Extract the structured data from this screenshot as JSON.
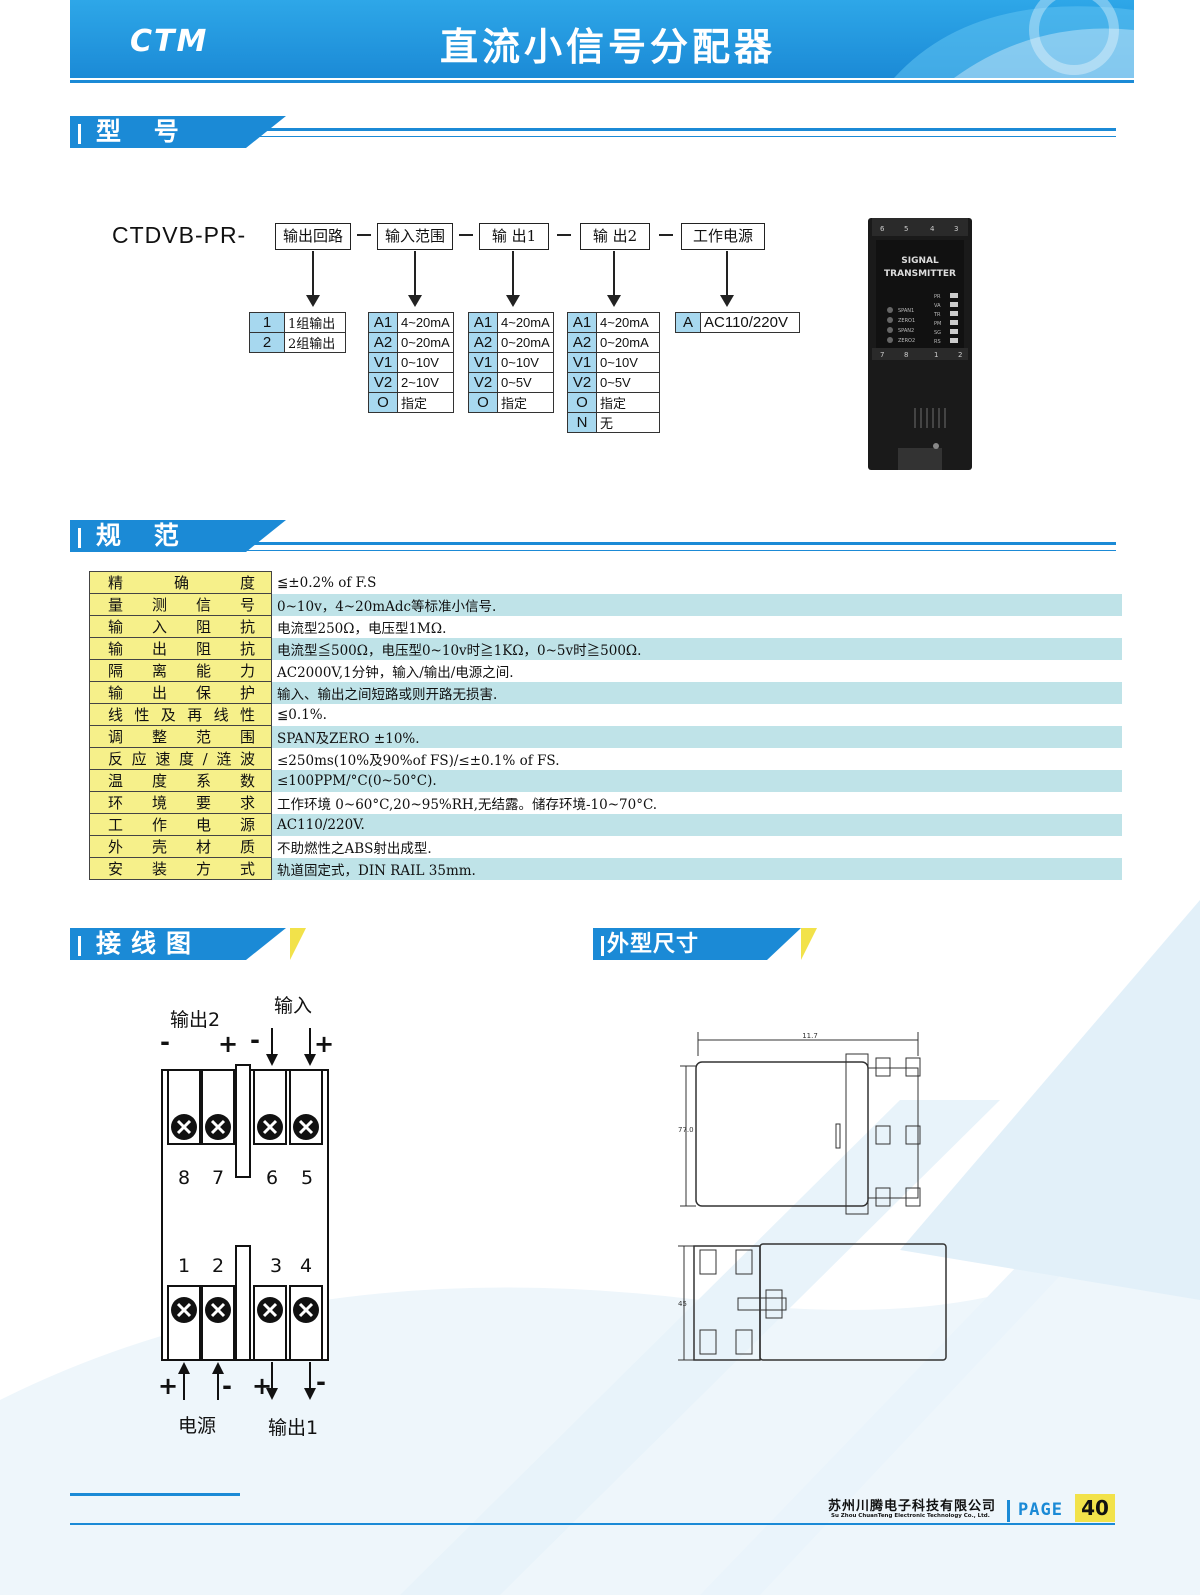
{
  "header": {
    "logo": "CTM",
    "title": "直流小信号分配器"
  },
  "sections": {
    "model": "型 号",
    "spec": "规 范",
    "wiring": "接线图",
    "dimensions": "外型尺寸(mm)"
  },
  "model_code": {
    "prefix": "CTDVB-PR-",
    "fields": [
      "输出回路",
      "输入范围",
      "输 出1",
      "输 出2",
      "工作电源"
    ],
    "output_loops": [
      {
        "code": "1",
        "value": "1组输出"
      },
      {
        "code": "2",
        "value": "2组输出"
      }
    ],
    "input_range": [
      {
        "code": "A1",
        "value": "4~20mA"
      },
      {
        "code": "A2",
        "value": "0~20mA"
      },
      {
        "code": "V1",
        "value": "0~10V"
      },
      {
        "code": "V2",
        "value": "2~10V"
      },
      {
        "code": "O",
        "value": "指定"
      }
    ],
    "output1": [
      {
        "code": "A1",
        "value": "4~20mA"
      },
      {
        "code": "A2",
        "value": "0~20mA"
      },
      {
        "code": "V1",
        "value": "0~10V"
      },
      {
        "code": "V2",
        "value": "0~5V"
      },
      {
        "code": "O",
        "value": "指定"
      }
    ],
    "output2": [
      {
        "code": "A1",
        "value": "4~20mA"
      },
      {
        "code": "A2",
        "value": "0~20mA"
      },
      {
        "code": "V1",
        "value": "0~10V"
      },
      {
        "code": "V2",
        "value": "0~5V"
      },
      {
        "code": "O",
        "value": "指定"
      },
      {
        "code": "N",
        "value": "无"
      }
    ],
    "power": [
      {
        "code": "A",
        "value": "AC110/220V"
      }
    ]
  },
  "product_image": {
    "label_line1": "SIGNAL",
    "label_line2": "TRANSMITTER",
    "top_terminals": [
      "6",
      "5",
      "4",
      "3"
    ],
    "bottom_terminals": [
      "7",
      "8",
      "1",
      "2"
    ],
    "leds": [
      "PR",
      "VA",
      "TR",
      "PM",
      "SG",
      "RS"
    ],
    "knobs": [
      "SPAN1",
      "ZERO1",
      "SPAN2",
      "ZERO2"
    ]
  },
  "spec_rows": [
    {
      "key": "精确度",
      "value": "≦±0.2% of F.S"
    },
    {
      "key": "量测信号",
      "value": "0~10v，4~20mAdc等标准小信号."
    },
    {
      "key": "输入阻抗",
      "value": "电流型250Ω，电压型1MΩ."
    },
    {
      "key": "输出阻抗",
      "value": "电流型≦500Ω，电压型0~10v时≧1KΩ，0~5v时≧500Ω."
    },
    {
      "key": "隔离能力",
      "value": "AC2000V,1分钟，输入/输出/电源之间."
    },
    {
      "key": "输出保护",
      "value": "输入、输出之间短路或则开路无损害."
    },
    {
      "key": "线性及再线性",
      "value": "≦0.1%."
    },
    {
      "key": "调整范围",
      "value": "SPAN及ZERO ±10%."
    },
    {
      "key": "反应速度/涟波",
      "value": "≤250ms(10%及90%of FS)/≤±0.1% of FS."
    },
    {
      "key": "温度系数",
      "value": "≤100PPM/°C(0~50°C)."
    },
    {
      "key": "环境要求",
      "value": "工作环境 0~60°C,20~95%RH,无结露。储存环境-10~70°C."
    },
    {
      "key": "工作电源",
      "value": "AC110/220V."
    },
    {
      "key": "外壳材质",
      "value": "不助燃性之ABS射出成型."
    },
    {
      "key": "安装方式",
      "value": "轨道固定式，DIN RAIL 35mm."
    }
  ],
  "wiring": {
    "output2": "输出2",
    "input": "输入",
    "power": "电源",
    "output1": "输出1",
    "plus": "+",
    "minus": "-",
    "top_numbers": [
      "8",
      "7",
      "6",
      "5"
    ],
    "bottom_numbers": [
      "1",
      "2",
      "3",
      "4"
    ]
  },
  "dimensions": {
    "width": "11.7",
    "height": "77.0",
    "depth": "45"
  },
  "footer": {
    "company": "苏州川腾电子科技有限公司",
    "company_en": "Su Zhou ChuanTeng Electronic Technology Co., Ltd.",
    "page_label": "PAGE",
    "page_number": "40"
  }
}
